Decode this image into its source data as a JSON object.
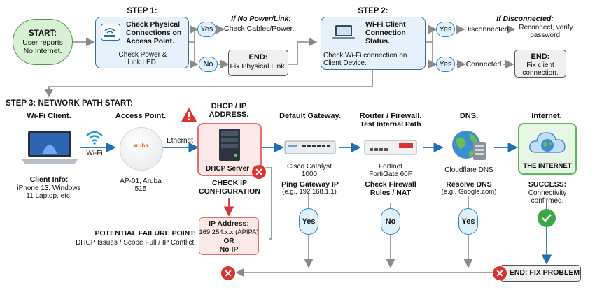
{
  "start": {
    "title": "START:",
    "text": "User reports No Internet."
  },
  "step1": {
    "header": "STEP 1:",
    "title": "Check Physical Connections on Access Point.",
    "sub": "Check Power & Link LED.",
    "if_label": "If No Power/Link:",
    "yes": "Yes",
    "yes_action": "Check Cables/Power.",
    "no": "No",
    "end_title": "END:",
    "end_text": "Fix Physical Link."
  },
  "step2": {
    "header": "STEP 2:",
    "title": "Wi-Fi Client Connection Status.",
    "sub": "Check Wi-Fi connection on Client Device.",
    "if_label": "If Disconnected:",
    "yes1": "Yes",
    "disconnected": "Disconnected",
    "action": "Reconnect, verify password.",
    "yes2": "Yes",
    "connected": "Connected",
    "end_title": "END:",
    "end_text": "Fix client connection."
  },
  "step3": {
    "header": "STEP 3: NETWORK PATH START:",
    "client": {
      "label": "Wi-Fi Client.",
      "info_title": "Client Info:",
      "info": "iPhone 13, Windows 11 Laptop, etc."
    },
    "wifi_label": "Wi-Fi",
    "ap": {
      "label": "Access Point.",
      "brand": "aruba",
      "model": "AP-01, Aruba 515"
    },
    "ethernet_label": "Ethernet",
    "dhcp": {
      "label": "DHCP / IP ADDRESS.",
      "server": "DHCP Server",
      "check": "CHECK IP CONFIGURATION"
    },
    "gateway": {
      "label": "Default Gateway.",
      "model": "Cisco Catalyst 1000",
      "check": "Ping Gateway IP",
      "example": "(e.g., 192.168.1.1)",
      "answer": "Yes"
    },
    "router": {
      "label": "Router / Firewall.",
      "sub": "Test Internal Path",
      "model": "Fortinet FortiGate 60F",
      "check": "Check Firewall Rules / NAT",
      "answer": "No"
    },
    "dns": {
      "label": "DNS.",
      "model": "Cloudflare DNS",
      "check": "Resolve DNS",
      "example": "(e.g., Google.com)",
      "answer": "Yes"
    },
    "internet": {
      "label": "Internet.",
      "cloud": "THE INTERNET",
      "success_title": "SUCCESS:",
      "success_text": "Connectivity confirmed."
    }
  },
  "failure": {
    "title": "POTENTIAL FAILURE POINT:",
    "text": "DHCP Issues / Scope Full / IP Conflict.",
    "box_title": "IP Address:",
    "apipa": "169.254.x.x (APIPA)",
    "or": "OR",
    "noip": "No IP"
  },
  "end_final": "END: FIX PROBLEM",
  "colors": {
    "accent": "#1f6fb2",
    "box_fill": "#e6f1fa",
    "start_fill": "#d8f0d4",
    "danger": "#d93434",
    "success": "#3aa845",
    "gray_arrow": "#8a8a8a"
  }
}
